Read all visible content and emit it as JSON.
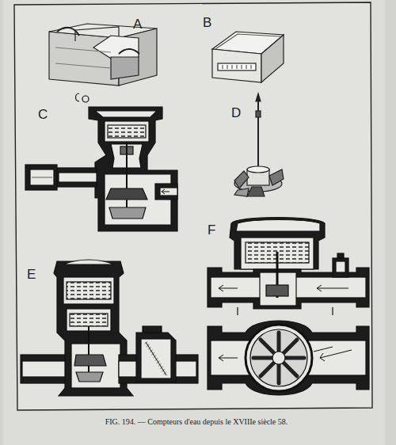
{
  "diagram": {
    "caption": "FIG. 194. — Compteurs d'eau depuis le XVIIIe siècle 58.",
    "labels": [
      "A",
      "B",
      "C",
      "D",
      "E",
      "F"
    ]
  }
}
